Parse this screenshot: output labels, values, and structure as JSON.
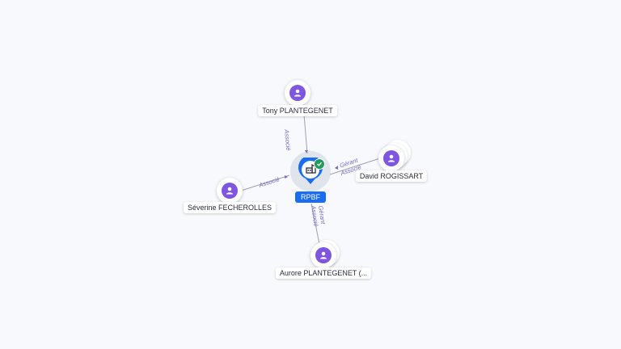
{
  "company": {
    "label": "RPBF"
  },
  "people": [
    {
      "name": "Tony PLANTEGENET"
    },
    {
      "name": "David ROGISSART"
    },
    {
      "name": "Séverine FECHEROLLES"
    },
    {
      "name": "Aurore PLANTEGENET (..."
    }
  ],
  "edge_labels": {
    "tony": "Associé",
    "david_1": "Gérant",
    "david_2": "Associé",
    "severine": "Associé",
    "aurore_1": "Gérant",
    "aurore_2": "Associé"
  },
  "colors": {
    "accent": "#1a6cf0",
    "person": "#7f56e0",
    "edge_text": "#7b68c8",
    "status": "#1f9e5a"
  }
}
